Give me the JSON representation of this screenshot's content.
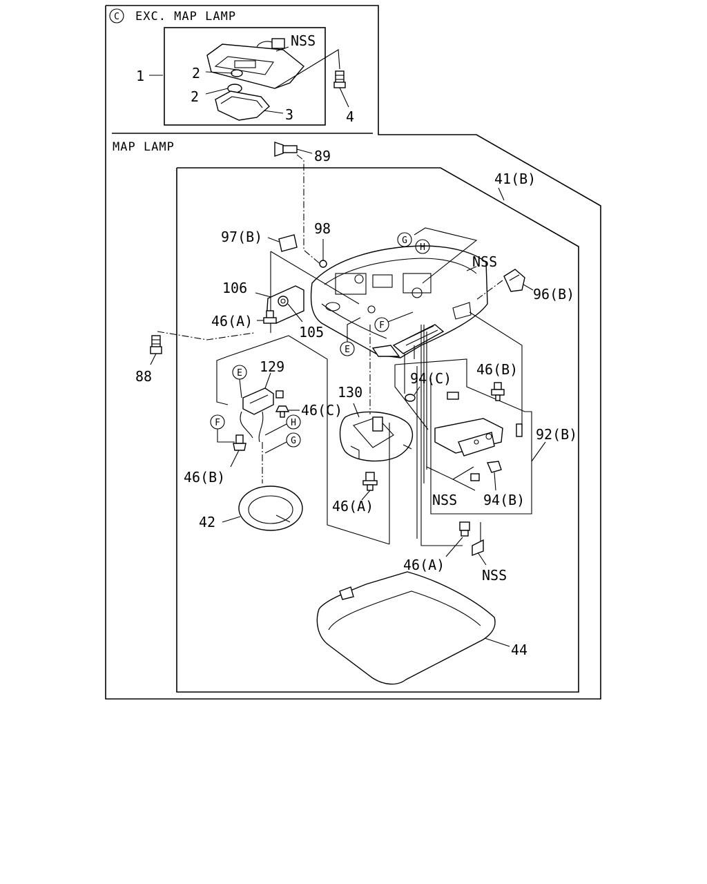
{
  "sections": {
    "exc_map_lamp": {
      "marker": "C",
      "title": "EXC. MAP LAMP"
    },
    "map_lamp": {
      "title": "MAP LAMP"
    }
  },
  "labels": {
    "p1": "1",
    "p2a": "2",
    "p2b": "2",
    "p3": "3",
    "p4": "4",
    "nss_top": "NSS",
    "p89": "89",
    "p41b": "41(B)",
    "p97b": "97(B)",
    "p98": "98",
    "nss_roof": "NSS",
    "p96b": "96(B)",
    "p106": "106",
    "p46a_1": "46(A)",
    "p105": "105",
    "p88": "88",
    "p129": "129",
    "p46c": "46(C)",
    "p130": "130",
    "p94c": "94(C)",
    "p46b_right": "46(B)",
    "p92b": "92(B)",
    "p46b_left": "46(B)",
    "p42": "42",
    "p46a_2": "46(A)",
    "nss_mid": "NSS",
    "p94b": "94(B)",
    "p46a_3": "46(A)",
    "nss_bottom": "NSS",
    "p44": "44"
  },
  "refs": {
    "G_top": "G",
    "H_top": "H",
    "F_top": "F",
    "E_top": "E",
    "E_left": "E",
    "F_left": "F",
    "H_left": "H",
    "G_left": "G"
  }
}
